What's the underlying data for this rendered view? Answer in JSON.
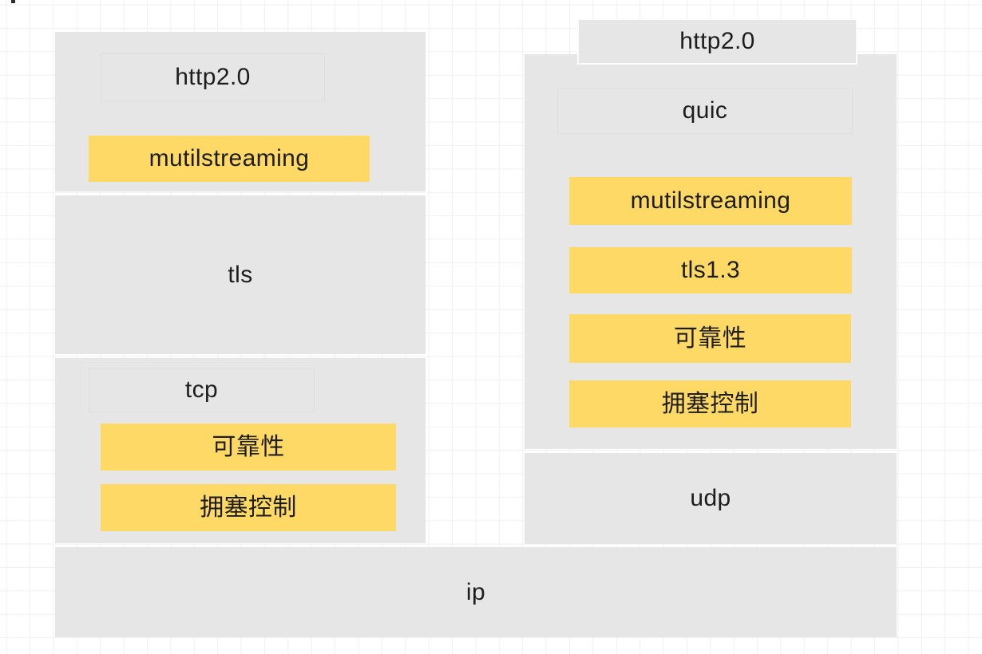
{
  "diagram": {
    "description": "Protocol stack comparison: http2 over tls/tcp versus http2 over quic/udp",
    "left_stack": {
      "layers": [
        {
          "id": "http2",
          "label": "http2.0",
          "features": [
            {
              "label": "mutilstreaming"
            }
          ]
        },
        {
          "id": "tls",
          "label": "tls",
          "features": []
        },
        {
          "id": "tcp",
          "label": "tcp",
          "features": [
            {
              "label": "可靠性"
            },
            {
              "label": "拥塞控制"
            }
          ]
        }
      ]
    },
    "right_stack": {
      "app_layer": {
        "label": "http2.0"
      },
      "layers": [
        {
          "id": "quic",
          "label": "quic",
          "features": [
            {
              "label": "mutilstreaming"
            },
            {
              "label": "tls1.3"
            },
            {
              "label": "可靠性"
            },
            {
              "label": "拥塞控制"
            }
          ]
        },
        {
          "id": "udp",
          "label": "udp",
          "features": []
        }
      ]
    },
    "base_layer": {
      "label": "ip"
    },
    "colors": {
      "layer_box": "#e7e6e6",
      "feature_box": "#ffd966",
      "text": "#1d1d1d",
      "grid_line": "#f0f0f0",
      "canvas": "#ffffff"
    }
  }
}
